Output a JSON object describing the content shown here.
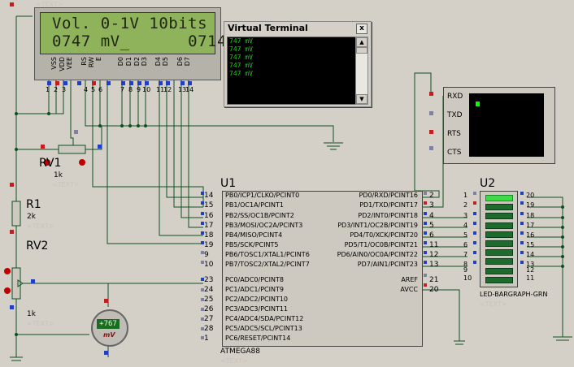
{
  "lcd": {
    "line1": "Vol. 0-1V 10bits",
    "line2": "0747 mV_      0714",
    "text_tag": "<TEXT>",
    "pin_labels": [
      "VSS",
      "VDD",
      "VEE",
      "RS",
      "RW",
      "E",
      "D0",
      "D1",
      "D2",
      "D3",
      "D4",
      "D5",
      "D6",
      "D7"
    ],
    "pin_numbers": [
      "1",
      "2",
      "3",
      "4",
      "5",
      "6",
      "7",
      "8",
      "9",
      "10",
      "11",
      "12",
      "13",
      "14"
    ]
  },
  "terminal": {
    "title": "Virtual Terminal",
    "close": "x",
    "lines": [
      "747 mV",
      "747 mV",
      "747 mV",
      "747 mV",
      "747 mV"
    ]
  },
  "vt2": {
    "pins": [
      "RXD",
      "TXD",
      "RTS",
      "CTS"
    ]
  },
  "mcu": {
    "ref": "U1",
    "part": "ATMEGA88",
    "text_tag": "<TEXT>",
    "left_pins": [
      {
        "num": "14",
        "name": "PB0/ICP1/CLKO/PCINT0"
      },
      {
        "num": "15",
        "name": "PB1/OC1A/PCINT1"
      },
      {
        "num": "16",
        "name": "PB2/SS/OC1B/PCINT2"
      },
      {
        "num": "17",
        "name": "PB3/MOSI/OC2A/PCINT3"
      },
      {
        "num": "18",
        "name": "PB4/MISO/PCINT4"
      },
      {
        "num": "19",
        "name": "PB5/SCK/PCINT5"
      },
      {
        "num": "9",
        "name": "PB6/TOSC1/XTAL1/PCINT6"
      },
      {
        "num": "10",
        "name": "PB7/TOSC2/XTAL2/PCINT7"
      },
      {
        "num": "23",
        "name": "PC0/ADC0/PCINT8"
      },
      {
        "num": "24",
        "name": "PC1/ADC1/PCINT9"
      },
      {
        "num": "25",
        "name": "PC2/ADC2/PCINT10"
      },
      {
        "num": "26",
        "name": "PC3/ADC3/PCINT11"
      },
      {
        "num": "27",
        "name": "PC4/ADC4/SDA/PCINT12"
      },
      {
        "num": "28",
        "name": "PC5/ADC5/SCL/PCINT13"
      },
      {
        "num": "1",
        "name": "PC6/RESET/PCINT14"
      }
    ],
    "right_pins": [
      {
        "num": "2",
        "name": "PD0/RXD/PCINT16"
      },
      {
        "num": "3",
        "name": "PD1/TXD/PCINT17"
      },
      {
        "num": "4",
        "name": "PD2/INT0/PCINT18"
      },
      {
        "num": "5",
        "name": "PD3/INT1/OC2B/PCINT19"
      },
      {
        "num": "6",
        "name": "PD4/T0/XCK/PCINT20"
      },
      {
        "num": "11",
        "name": "PD5/T1/OC0B/PCINT21"
      },
      {
        "num": "12",
        "name": "PD6/AIN0/OC0A/PCINT22"
      },
      {
        "num": "13",
        "name": "PD7/AIN1/PCINT23"
      },
      {
        "num": "21",
        "name": "AREF"
      },
      {
        "num": "20",
        "name": "AVCC"
      }
    ]
  },
  "bargraph": {
    "ref": "U2",
    "part": "LED-BARGRAPH-GRN",
    "text_tag": "<TEXT>",
    "left_pins": [
      "1",
      "2",
      "3",
      "4",
      "5",
      "6",
      "7",
      "8",
      "9",
      "10"
    ],
    "right_pins": [
      "20",
      "19",
      "18",
      "17",
      "16",
      "15",
      "14",
      "13",
      "12",
      "11"
    ],
    "lit_segments": 1,
    "total_segments": 10
  },
  "rv1": {
    "ref": "RV1",
    "value": "1k",
    "text_tag": "<TEXT>"
  },
  "r1": {
    "ref": "R1",
    "value": "2k",
    "text_tag": "<TEXT>"
  },
  "rv2": {
    "ref": "RV2",
    "value": "1k",
    "text_tag": "<TEXT>"
  },
  "voltmeter": {
    "reading": "+767",
    "unit": "mV"
  },
  "top_text_tag": "<TEXT>",
  "colors": {
    "wire": "#0e4f1f",
    "pin": "#8b0000",
    "lcd_screen": "#8fb35b",
    "terminal_text": "#00e000",
    "led_on": "#3ddc45",
    "led_off": "#1f6b2e"
  }
}
